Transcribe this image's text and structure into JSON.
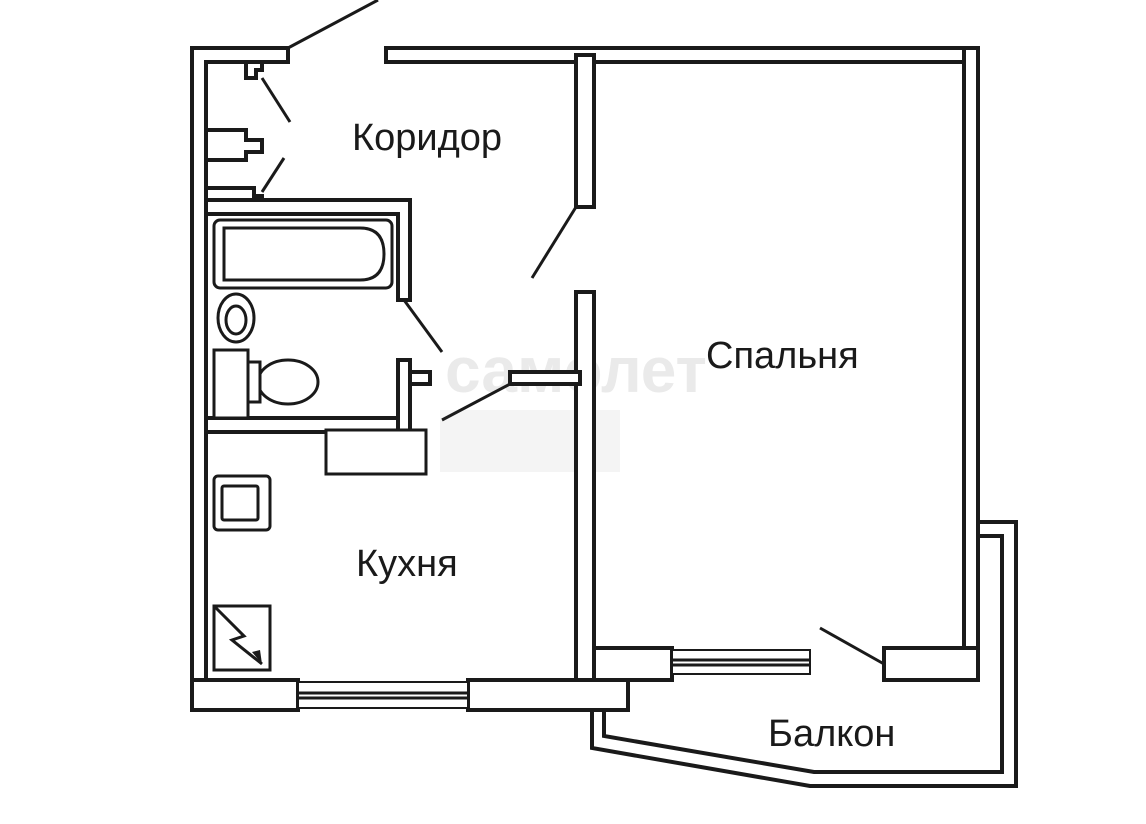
{
  "rooms": {
    "corridor": "Коридор",
    "bedroom": "Спальня",
    "kitchen": "Кухня",
    "balcony": "Балкон"
  },
  "colors": {
    "line": "#1a1a1a",
    "background": "#ffffff",
    "watermark": "#d9d9d9"
  }
}
